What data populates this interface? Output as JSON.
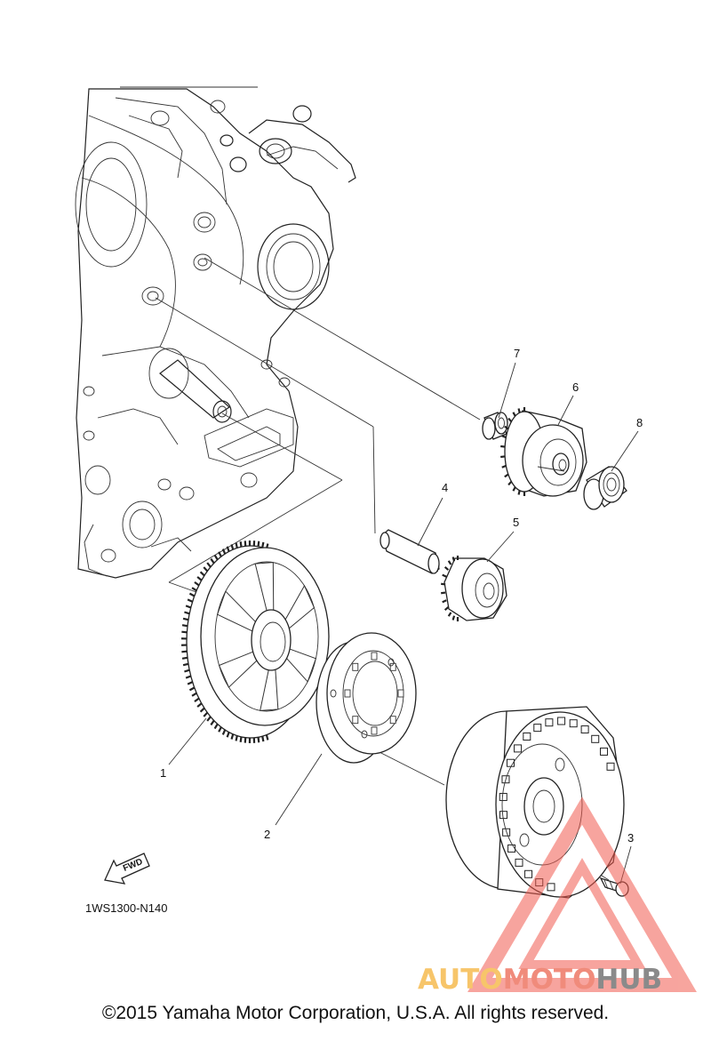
{
  "diagram": {
    "figure_code": "1WS1300-N140",
    "fwd_label": "FWD",
    "callouts": [
      "1",
      "2",
      "3",
      "4",
      "5",
      "6",
      "7",
      "8"
    ]
  },
  "watermark": {
    "part1": "AUTO",
    "part2": "MOTO",
    "part3": "HUB",
    "colors": {
      "auto": "#f7c56a",
      "moto": "#f08b7b",
      "hub": "#8a8a8a",
      "triangle": "#f15b4f"
    }
  },
  "footer": {
    "copyright": "©2015 Yamaha Motor Corporation, U.S.A. All rights reserved."
  }
}
